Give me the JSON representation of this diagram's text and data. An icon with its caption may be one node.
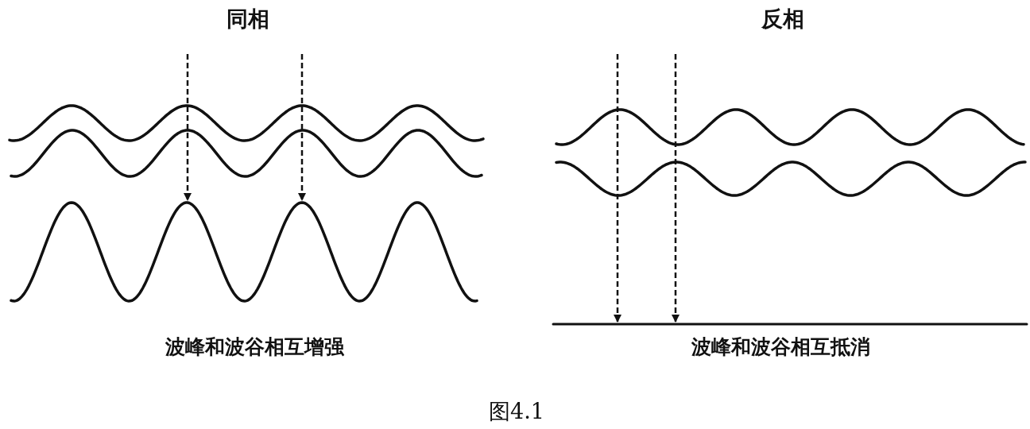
{
  "diagram": {
    "caption": "图4.1",
    "nodes": [
      {
        "text": [],
        "shape": "wave"
      },
      {
        "text": [],
        "shape": "wave"
      },
      {
        "text": [],
        "shape": "wave"
      },
      {
        "text": [],
        "shape": "wave"
      },
      {
        "text": [],
        "shape": "wave"
      },
      {
        "text": [],
        "shape": "line"
      }
    ],
    "edges": [
      {
        "from": null,
        "to": 2,
        "arrow": "to",
        "style": "dashed"
      },
      {
        "from": null,
        "to": 2,
        "arrow": "to",
        "style": "dashed"
      },
      {
        "from": null,
        "to": 5,
        "arrow": "to",
        "style": "dashed"
      },
      {
        "from": null,
        "to": 5,
        "arrow": "to",
        "style": "dashed"
      }
    ],
    "labels": [
      "同相",
      "反相",
      "波峰和波谷相互增强",
      "波峰和波谷相互抵消"
    ]
  }
}
